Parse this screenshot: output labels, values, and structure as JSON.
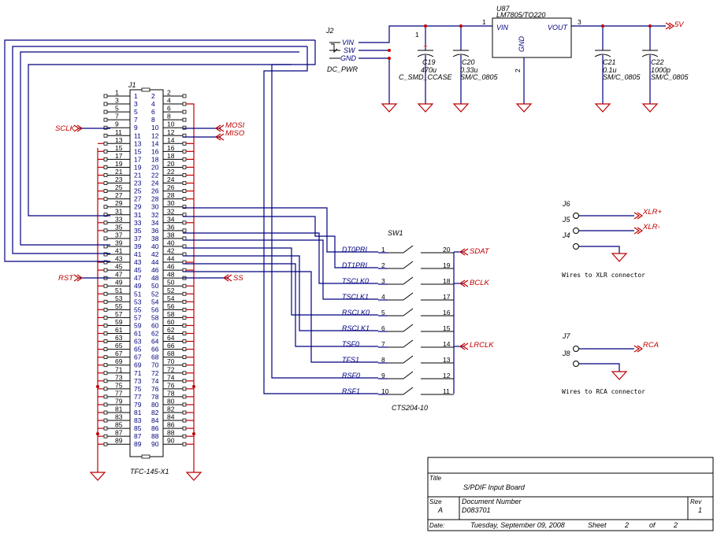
{
  "connector_j1": {
    "ref": "J1",
    "part": "TFC-145-X1",
    "left_pins": [
      "1",
      "3",
      "5",
      "7",
      "9",
      "11",
      "13",
      "15",
      "17",
      "19",
      "21",
      "23",
      "25",
      "27",
      "29",
      "31",
      "33",
      "35",
      "37",
      "39",
      "41",
      "43",
      "45",
      "47",
      "49",
      "51",
      "53",
      "55",
      "57",
      "59",
      "61",
      "63",
      "65",
      "67",
      "69",
      "71",
      "73",
      "75",
      "77",
      "79",
      "81",
      "83",
      "85",
      "87",
      "89"
    ],
    "right_pins": [
      "2",
      "4",
      "6",
      "8",
      "10",
      "12",
      "14",
      "16",
      "18",
      "20",
      "22",
      "24",
      "26",
      "28",
      "30",
      "32",
      "34",
      "36",
      "38",
      "40",
      "42",
      "44",
      "46",
      "48",
      "50",
      "52",
      "54",
      "56",
      "58",
      "60",
      "62",
      "64",
      "66",
      "68",
      "70",
      "72",
      "74",
      "76",
      "78",
      "80",
      "82",
      "84",
      "86",
      "88",
      "90"
    ]
  },
  "net_labels": {
    "sclk": "SCLK",
    "mosi": "MOSI",
    "miso": "MISO",
    "rst": "RST",
    "ss": "SS",
    "sdat": "SDAT",
    "bclk": "BCLK",
    "lrclk": "LRCLK",
    "v5": "5V",
    "xlr_p": "XLR+",
    "xlr_n": "XLR-",
    "rca": "RCA"
  },
  "power": {
    "jack_ref": "J2",
    "jack_pins": [
      "VIN",
      "SW",
      "GND"
    ],
    "jack_part": "DC_PWR",
    "reg_ref": "U87",
    "reg_part": "LM7805/TO220",
    "reg_vin": "VIN",
    "reg_vout": "VOUT",
    "reg_gnd": "GND",
    "reg_pin1": "1",
    "reg_pin2": "2",
    "reg_pin3": "3",
    "c19": {
      "ref": "C19",
      "val": "470u",
      "pkg": "C_SMD_CCASE",
      "pin": "1"
    },
    "c20": {
      "ref": "C20",
      "val": "0.33u",
      "pkg": "SM/C_0805"
    },
    "c21": {
      "ref": "C21",
      "val": "0.1u",
      "pkg": "SM/C_0805"
    },
    "c22": {
      "ref": "C22",
      "val": "1000p",
      "pkg": "SM/C_0805"
    }
  },
  "switch": {
    "ref": "SW1",
    "part": "CTS204-10",
    "rows": [
      {
        "net": "DT0PRI",
        "l": "1",
        "r": "20"
      },
      {
        "net": "DT1PRI",
        "l": "2",
        "r": "19"
      },
      {
        "net": "TSCLK0",
        "l": "3",
        "r": "18"
      },
      {
        "net": "TSCLK1",
        "l": "4",
        "r": "17"
      },
      {
        "net": "RSCLK0",
        "l": "5",
        "r": "16"
      },
      {
        "net": "RSCLK1",
        "l": "6",
        "r": "15"
      },
      {
        "net": "TSF0",
        "l": "7",
        "r": "14"
      },
      {
        "net": "TFS1",
        "l": "8",
        "r": "13"
      },
      {
        "net": "RSF0",
        "l": "9",
        "r": "12"
      },
      {
        "net": "RSF1",
        "l": "10",
        "r": "11"
      }
    ]
  },
  "audio": {
    "j6": "J6",
    "j5": "J5",
    "j4": "J4",
    "xlr_note": "Wires to XLR connector",
    "j7": "J7",
    "j8": "J8",
    "rca_note": "Wires to RCA connector"
  },
  "title_block": {
    "title_label": "Title",
    "title": "S/PDIF Input Board",
    "size_label": "Size",
    "size": "A",
    "docnum_label": "Document Number",
    "docnum": "D083701",
    "rev_label": "Rev",
    "rev": "1",
    "date_label": "Date:",
    "date": "Tuesday, September 09, 2008",
    "sheet_label": "Sheet",
    "sheet": "2",
    "of_label": "of",
    "of": "2"
  }
}
